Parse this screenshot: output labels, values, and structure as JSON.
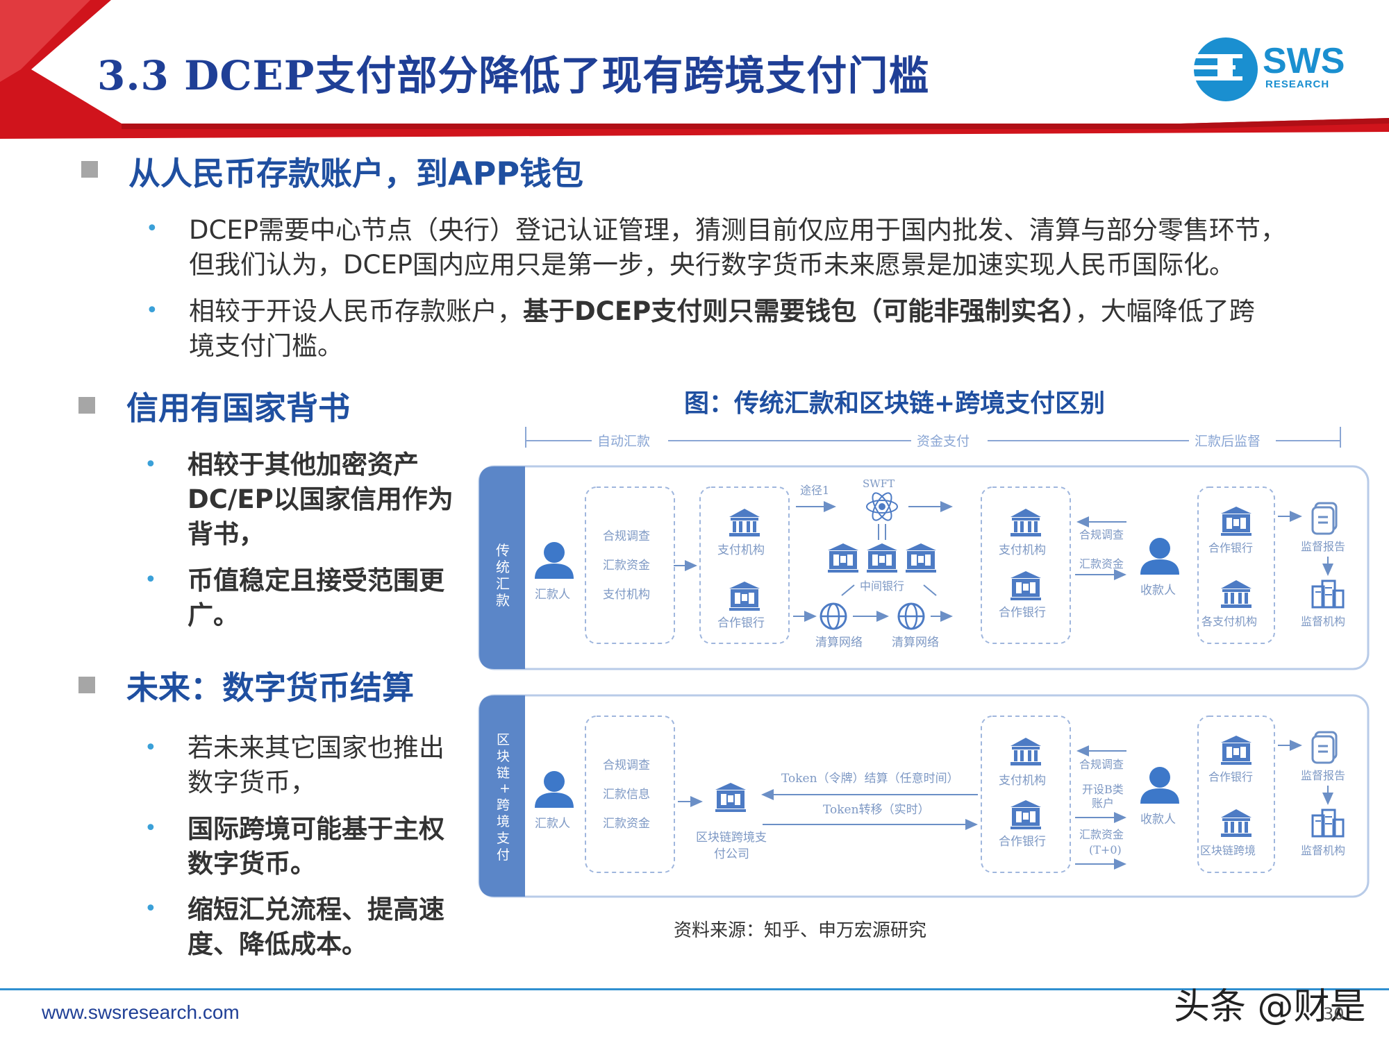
{
  "header": {
    "title": "3.3 DCEP支付部分降低了现有跨境支付门槛",
    "logo_name": "SWS",
    "logo_sub": "RESEARCH"
  },
  "section1": {
    "heading": "从人民币存款账户，到APP钱包",
    "b1_line1": "DCEP需要中心节点（央行）登记认证管理，猜测目前仅应用于国内批发、清算与部分零售环节，",
    "b1_line2": "但我们认为，DCEP国内应用只是第一步，央行数字货币未来愿景是加速实现人民币国际化。",
    "b2_plain": "相较于开设人民币存款账户，",
    "b2_bold": "基于DCEP支付则只需要钱包（可能非强制实名）",
    "b2_tail": "，大幅降低了跨",
    "b2_line2": "境支付门槛。"
  },
  "section2": {
    "heading": "信用有国家背书",
    "b1_l1": "相较于其他加密资产",
    "b1_l2": "DC/EP以国家信用作为",
    "b1_l3": "背书，",
    "b2_l1": "币值稳定且接受范围更",
    "b2_l2": "广。"
  },
  "section3": {
    "heading": "未来：数字货币结算",
    "b1_l1": "若未来其它国家也推出",
    "b1_l2": "数字货币，",
    "b2_l1": "国际跨境可能基于主权",
    "b2_l2": "数字货币。",
    "b3_l1": "缩短汇兑流程、提高速",
    "b3_l2": "度、降低成本。"
  },
  "figure": {
    "title": "图：传统汇款和区块链+跨境支付区别",
    "phase1": "自动汇款",
    "phase2": "资金支付",
    "phase3": "汇款后监督",
    "top_label": [
      "传",
      "统",
      "汇",
      "款"
    ],
    "bottom_label": [
      "区",
      "块",
      "链",
      "+",
      "跨",
      "境",
      "支",
      "付"
    ],
    "remitter": "汇款人",
    "payee": "收款人",
    "top_check": [
      "合规调查",
      "汇款资金",
      "支付机构"
    ],
    "pay_inst": "支付机构",
    "coop_bank": "合作银行",
    "route1": "途径1",
    "swift": "SWFT",
    "mid_bank": "中间银行",
    "clearing_net": "清算网络",
    "top_right_check": [
      "合规调查",
      "汇款资金"
    ],
    "partner_bank": "合作银行",
    "all_pay_inst": "各支付机构",
    "report": "监督报告",
    "regulator": "监督机构",
    "bottom_check": [
      "合规调查",
      "汇款信息",
      "汇款资金"
    ],
    "bc_company_l1": "区块链跨境支",
    "bc_company_l2": "付公司",
    "token_settle": "Token（令牌）结算（任意时间）",
    "token_transfer": "Token转移（实时）",
    "bottom_right_check": [
      "合规调查",
      "开设B类",
      "账户",
      "汇款资金",
      "(T+0)"
    ],
    "bc_cross": "区块链跨境"
  },
  "source": "资料来源：知乎、申万宏源研究",
  "footer": {
    "url": "www.swsresearch.com",
    "page": "30",
    "watermark": "头条 @财是"
  },
  "colors": {
    "brand_red": "#d0141c",
    "brand_blue": "#1f3f96",
    "diagram_blue": "#5b86c8",
    "diagram_light": "#cfdcf0"
  }
}
